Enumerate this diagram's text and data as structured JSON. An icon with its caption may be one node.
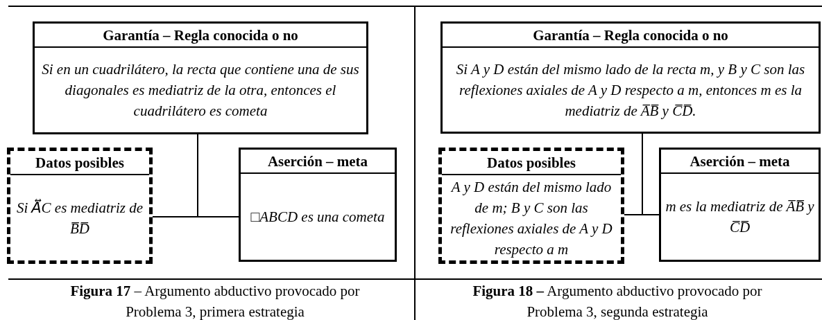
{
  "diagram": {
    "nodes": [
      {
        "text": [
          "Garantía – Regla conocida o no",
          "Si en un cuadrilátero, la recta que contiene una de sus diagonales es mediatriz de la otra, entonces el cuadrilátero es cometa"
        ]
      },
      {
        "text": [
          "Datos posibles",
          "Si A⃡C es mediatriz de B̅D̅"
        ]
      },
      {
        "text": [
          "Aserción – meta",
          "□ABCD es una cometa"
        ]
      },
      {
        "text": [
          "Garantía – Regla conocida o no",
          "Si A y D están del mismo lado de la recta m, y B y C son las reflexiones axiales de A y D respecto a m, entonces m es la mediatriz de A̅B̅ y C̅D̅."
        ]
      },
      {
        "text": [
          "Datos posibles",
          "A y D están del mismo lado de m; B y C son las reflexiones axiales de A y D respecto a m"
        ]
      },
      {
        "text": [
          "Aserción – meta",
          "m es la mediatriz de A̅B̅ y C̅D̅"
        ]
      }
    ],
    "edges": [
      {
        "from": 1,
        "to": 2,
        "arrow": "none"
      },
      {
        "from": 0,
        "to": 1,
        "arrow": "none"
      },
      {
        "from": 0,
        "to": 2,
        "arrow": "none"
      },
      {
        "from": 4,
        "to": 5,
        "arrow": "none"
      },
      {
        "from": 3,
        "to": 4,
        "arrow": "none"
      },
      {
        "from": 3,
        "to": 5,
        "arrow": "none"
      }
    ],
    "labels": [
      "**Figura 17** – Argumento abductivo provocado por Problema 3, primera estrategia",
      "**Figura 18 –** Argumento abductivo provocado por Problema 3, segunda estrategia"
    ]
  }
}
